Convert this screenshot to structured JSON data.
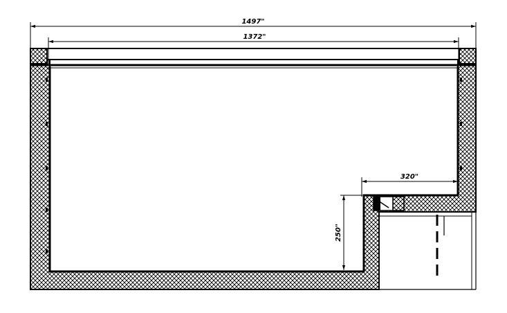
{
  "dimensions": {
    "overall_width": "1497\"",
    "inner_width": "1372\"",
    "step_width": "320\"",
    "step_height": "250\""
  },
  "colors": {
    "line": "#000000",
    "background": "#ffffff"
  }
}
